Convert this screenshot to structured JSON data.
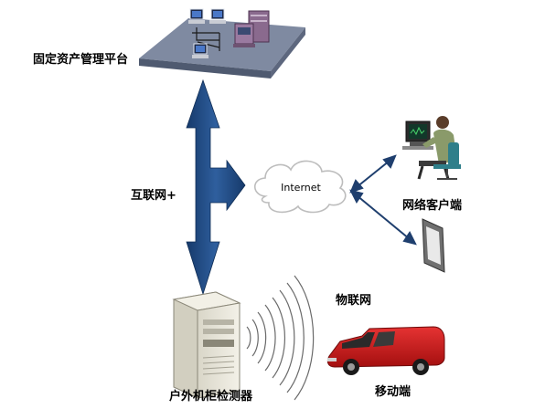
{
  "labels": {
    "platform": "固定资产管理平台",
    "internet_plus": "互联网+",
    "cloud": "Internet",
    "network_client": "网络客户端",
    "iot": "物联网",
    "detector": "户外机柜检测器",
    "mobile": "移动端"
  },
  "icons": [
    "network-platform-icon",
    "cloud-icon",
    "workstation-user-icon",
    "tablet-icon",
    "server-cabinet-icon",
    "wireless-signal-icon",
    "van-icon",
    "double-arrow-icon"
  ],
  "colors": {
    "arrow": "#1f4a82",
    "platform_top": "#8d97ad",
    "van": "#cc1a1a",
    "cabinet": "#e9e7dd",
    "cloud_stroke": "#b9b9b9"
  }
}
